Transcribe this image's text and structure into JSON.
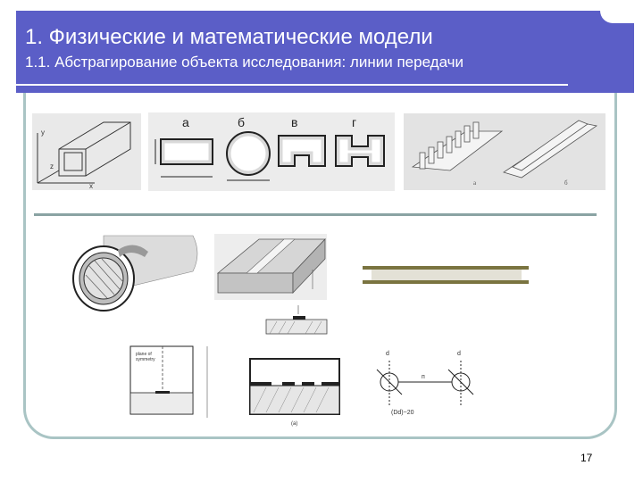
{
  "slide": {
    "title": "1. Физические и математические модели",
    "subtitle": "1.1. Абстрагирование объекта исследования: линии передачи",
    "page_number": "17"
  },
  "figures": {
    "waveguide_shapes": {
      "labels": [
        "а",
        "б",
        "в",
        "г"
      ]
    },
    "comb_guides": {
      "labels": [
        "а",
        "б"
      ]
    },
    "coupled_lines": {
      "caption": "(Dd)~20"
    }
  }
}
